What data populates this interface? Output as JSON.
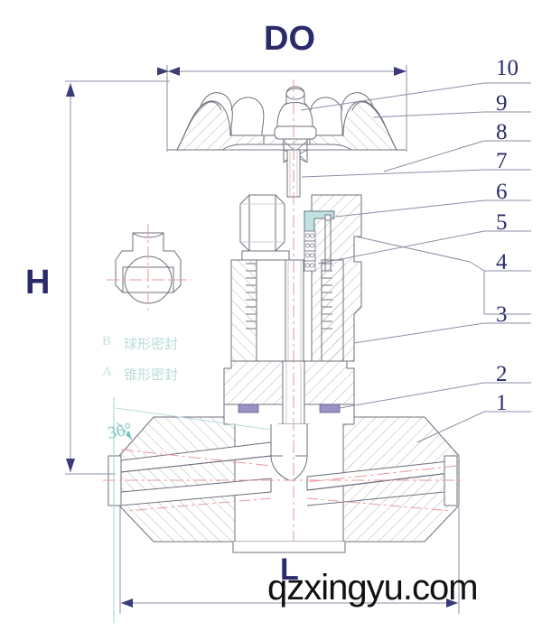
{
  "drawing": {
    "title": "Needle valve sectional assembly drawing",
    "dimensions": {
      "do_label": "DO",
      "h_label": "H",
      "l_label": "L",
      "angle_label": "36°"
    },
    "callouts": [
      {
        "id": "10",
        "label": "10"
      },
      {
        "id": "9",
        "label": "9"
      },
      {
        "id": "8",
        "label": "8"
      },
      {
        "id": "7",
        "label": "7"
      },
      {
        "id": "6",
        "label": "6"
      },
      {
        "id": "5",
        "label": "5"
      },
      {
        "id": "4",
        "label": "4"
      },
      {
        "id": "3",
        "label": "3"
      },
      {
        "id": "2",
        "label": "2"
      },
      {
        "id": "1",
        "label": "1"
      }
    ],
    "seal_notes": [
      {
        "key": "B",
        "text": "球形密封"
      },
      {
        "key": "A",
        "text": "锥形密封"
      }
    ],
    "watermark": "qzxingyu.com",
    "colors": {
      "dim_text": "#2b2b6b",
      "outline": "#6f6f7e",
      "hatch": "#9aa6a4",
      "centerline": "#e79aa0",
      "packing_fill": "#bfe3e3",
      "gasket_fill": "#9a92c4",
      "note_text": "#b9dcd8",
      "angle_text": "#7fc4c2",
      "watermark": "#111111"
    }
  }
}
